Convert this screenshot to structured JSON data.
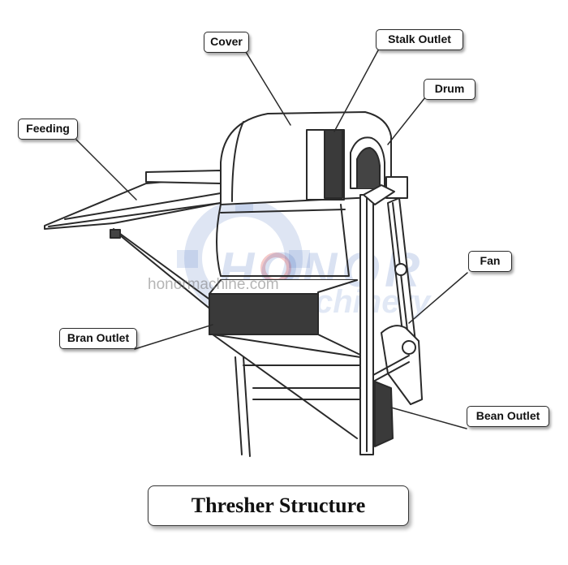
{
  "labels": {
    "cover": "Cover",
    "stalk_outlet": "Stalk Outlet",
    "drum": "Drum",
    "feeding": "Feeding",
    "fan": "Fan",
    "bran_outlet": "Bran Outlet",
    "bean_outlet": "Bean Outlet"
  },
  "title": "Thresher Structure",
  "watermark": {
    "logo": "HONOR",
    "logo_sub": "chinery",
    "url": "honormachine.com"
  },
  "colors": {
    "line": "#2a2a2a",
    "dark_fill": "#3a3a3a",
    "watermark": "#466ebe"
  }
}
